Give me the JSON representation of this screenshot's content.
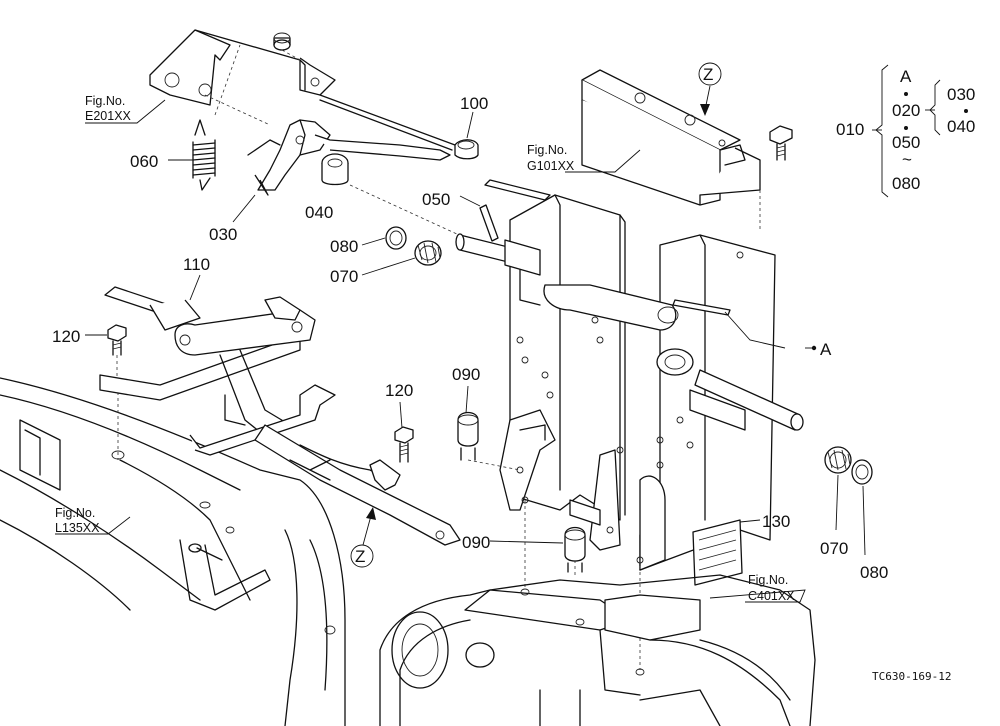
{
  "parts": {
    "p010": "010",
    "p020": "020",
    "p030": "030",
    "p040": "040",
    "p050": "050",
    "p060": "060",
    "p070": "070",
    "p080": "080",
    "p090": "090",
    "p100": "100",
    "p110": "110",
    "p120": "120",
    "p130": "130"
  },
  "references": {
    "e201": {
      "line1": "Fig.No.",
      "line2": "E201XX"
    },
    "g101": {
      "line1": "Fig.No.",
      "line2": "G101XX"
    },
    "l135": {
      "line1": "Fig.No.",
      "line2": "L135XX"
    },
    "c401": {
      "line1": "Fig.No.",
      "line2": "C401XX"
    }
  },
  "markers": {
    "a": "A",
    "z": "Z"
  },
  "legend": {
    "root": "010",
    "a": "A",
    "item1": "020",
    "item2": "050",
    "item3": "080",
    "sub1": "030",
    "sub2": "040",
    "tilde": "~"
  },
  "drawing_code": "TC630-169-12"
}
